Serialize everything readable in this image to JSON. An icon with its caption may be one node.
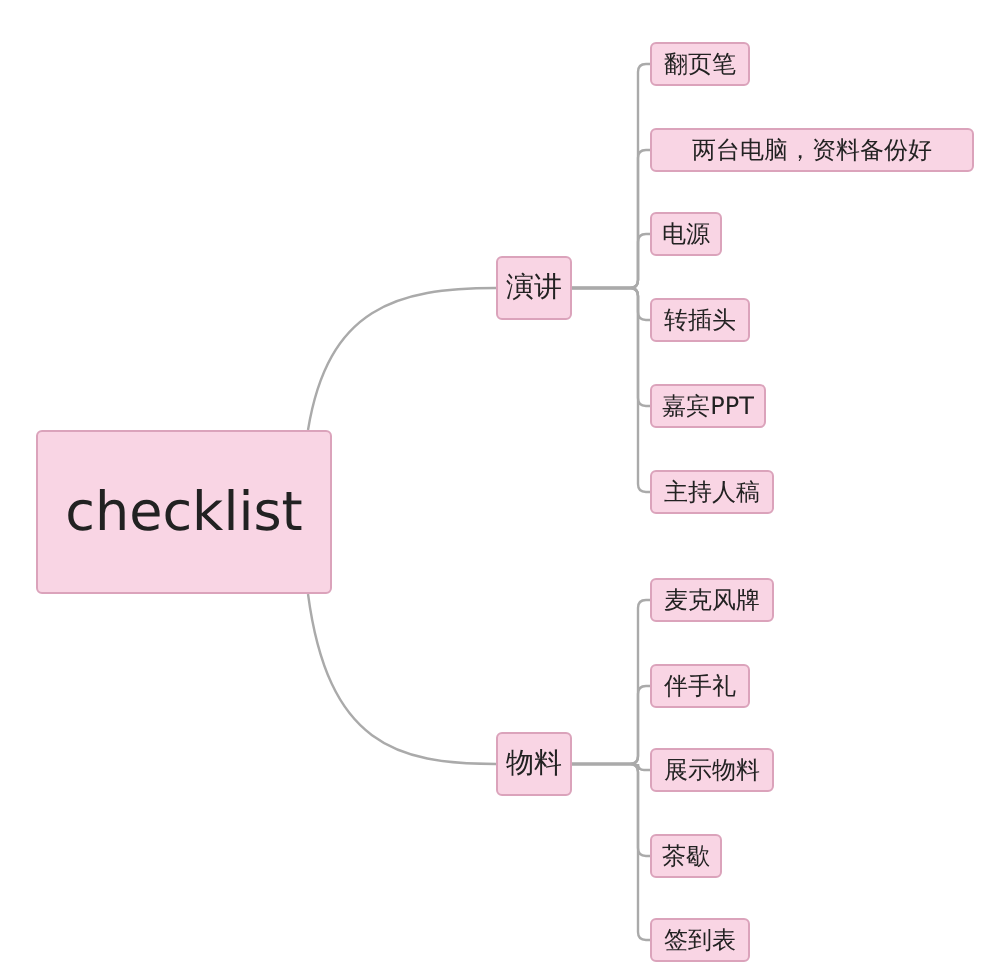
{
  "diagram": {
    "nodes": [
      {
        "text": [
          "checklist"
        ]
      },
      {
        "text": [
          "演讲"
        ]
      },
      {
        "text": [
          "翻页笔"
        ]
      },
      {
        "text": [
          "两台电脑，资料备份好"
        ]
      },
      {
        "text": [
          "电源"
        ]
      },
      {
        "text": [
          "转插头"
        ]
      },
      {
        "text": [
          "嘉宾PPT"
        ]
      },
      {
        "text": [
          "主持人稿"
        ]
      },
      {
        "text": [
          "物料"
        ]
      },
      {
        "text": [
          "麦克风牌"
        ]
      },
      {
        "text": [
          "伴手礼"
        ]
      },
      {
        "text": [
          "展示物料"
        ]
      },
      {
        "text": [
          "茶歇"
        ]
      },
      {
        "text": [
          "签到表"
        ]
      }
    ],
    "edges": [
      {
        "from": 0,
        "to": 1,
        "arrow": "none"
      },
      {
        "from": 1,
        "to": 2,
        "arrow": "none"
      },
      {
        "from": 1,
        "to": 3,
        "arrow": "none"
      },
      {
        "from": 1,
        "to": 4,
        "arrow": "none"
      },
      {
        "from": 1,
        "to": 5,
        "arrow": "none"
      },
      {
        "from": 1,
        "to": 6,
        "arrow": "none"
      },
      {
        "from": 1,
        "to": 7,
        "arrow": "none"
      },
      {
        "from": 0,
        "to": 8,
        "arrow": "none"
      },
      {
        "from": 8,
        "to": 9,
        "arrow": "none"
      },
      {
        "from": 8,
        "to": 10,
        "arrow": "none"
      },
      {
        "from": 8,
        "to": 11,
        "arrow": "none"
      },
      {
        "from": 8,
        "to": 12,
        "arrow": "none"
      },
      {
        "from": 8,
        "to": 13,
        "arrow": "none"
      }
    ]
  }
}
